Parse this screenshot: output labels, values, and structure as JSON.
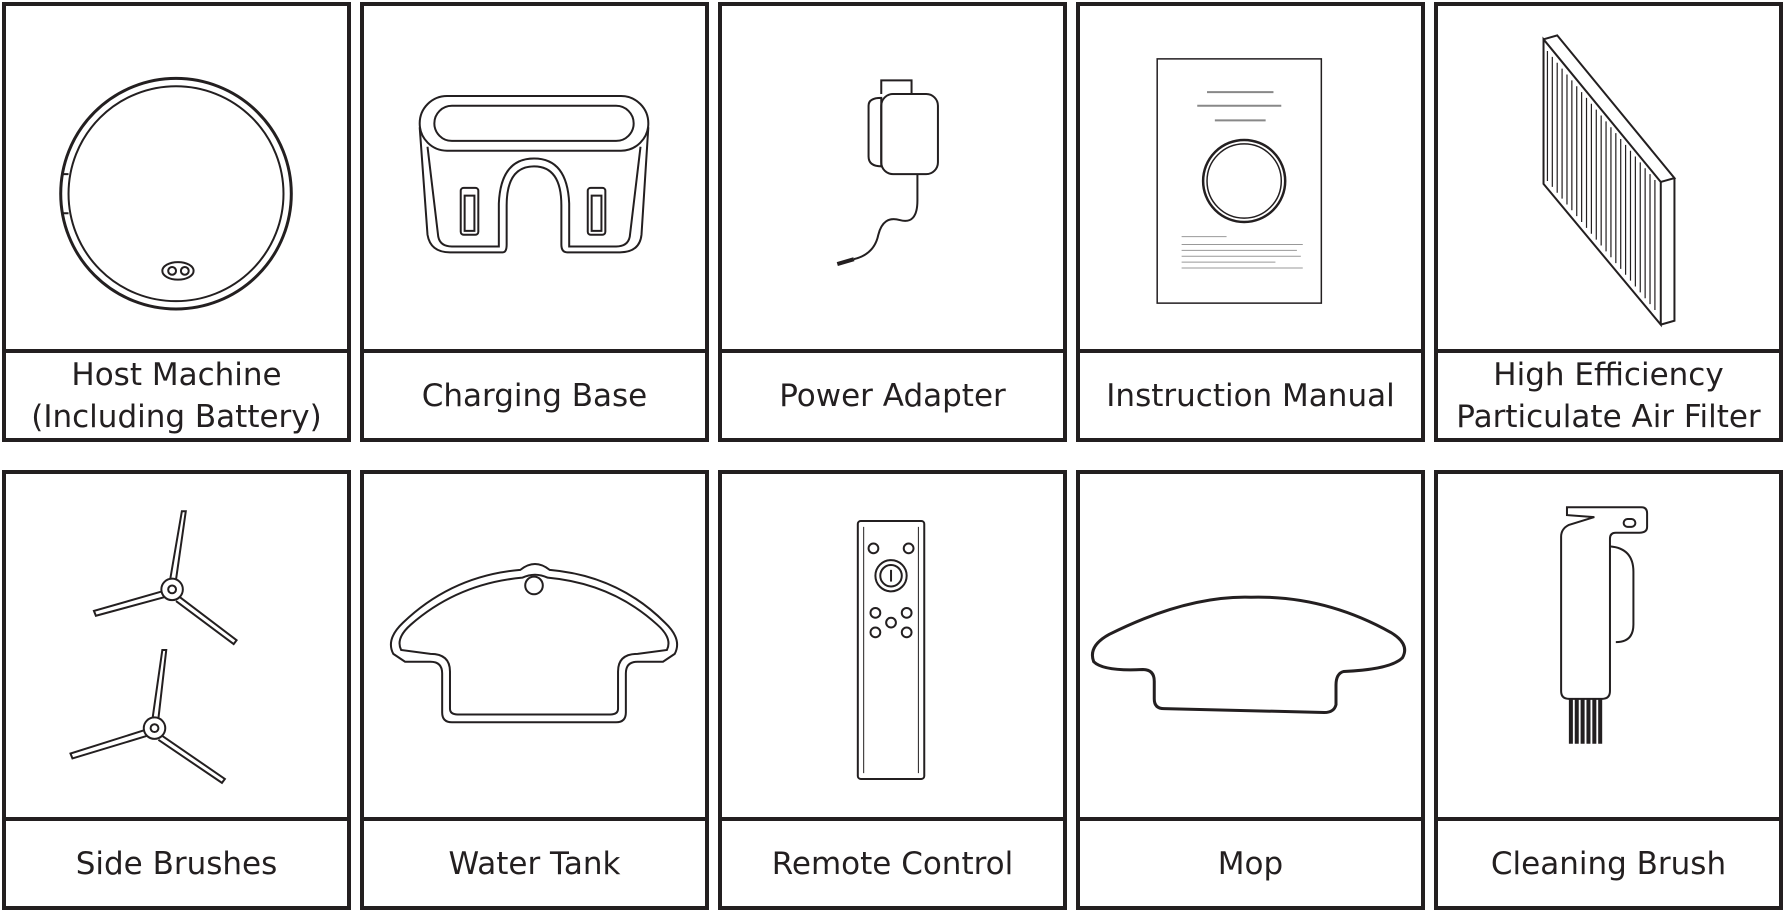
{
  "items": [
    {
      "caption": [
        "Host Machine",
        "(Including Battery)"
      ],
      "icon": "robot-vacuum-icon"
    },
    {
      "caption": [
        "Charging Base"
      ],
      "icon": "charging-base-icon"
    },
    {
      "caption": [
        "Power Adapter"
      ],
      "icon": "power-adapter-icon"
    },
    {
      "caption": [
        "Instruction Manual"
      ],
      "icon": "instruction-manual-icon"
    },
    {
      "caption": [
        "High Efficiency",
        "Particulate Air Filter"
      ],
      "icon": "hepa-filter-icon"
    },
    {
      "caption": [
        "Side Brushes"
      ],
      "icon": "side-brushes-icon"
    },
    {
      "caption": [
        "Water Tank"
      ],
      "icon": "water-tank-icon"
    },
    {
      "caption": [
        "Remote Control"
      ],
      "icon": "remote-control-icon"
    },
    {
      "caption": [
        "Mop"
      ],
      "icon": "mop-icon"
    },
    {
      "caption": [
        "Cleaning Brush"
      ],
      "icon": "cleaning-brush-icon"
    }
  ],
  "colors": {
    "line": "#231f20",
    "background": "#ffffff"
  }
}
